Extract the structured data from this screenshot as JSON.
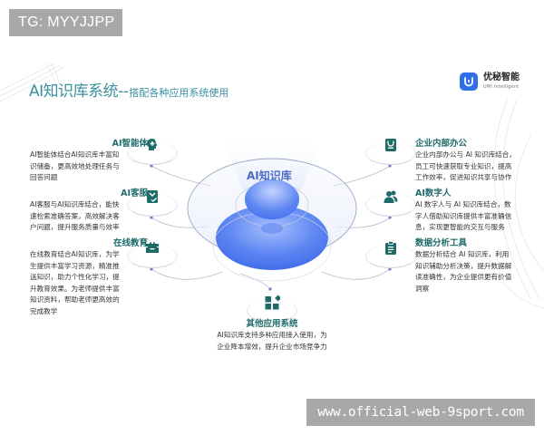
{
  "watermark_top": "TG: MYYJJPP",
  "watermark_bottom": "www.official-web-9sport.com",
  "header": {
    "title_main": "AI知识库系统--",
    "title_sub": "搭配各种应用系统使用"
  },
  "brand": {
    "name": "优秘智能",
    "subtitle": "UMI Intelligent",
    "logo_icon": "u-magnet-icon",
    "color": "#2f6fe6"
  },
  "center": {
    "label": "AI知识库",
    "color": "#4a6bc8"
  },
  "colors": {
    "accent_teal": "#1f6b6b",
    "title_teal": "#3a8ea0",
    "icon_teal": "#1e6b68",
    "dot": "#6f7fc4",
    "disk_blue": "#4a78f0"
  },
  "left_items": [
    {
      "title": "AI智能体",
      "icon": "brain-head-icon",
      "desc_lines": [
        "AI智能体结合AI知识库丰富知",
        "识储备，更高效地处理任务与",
        "回答问题"
      ]
    },
    {
      "title": "AI客服",
      "icon": "clipboard-check-icon",
      "desc_lines": [
        "AI客服与AI知识库结合，能快",
        "速检索准确答案，高效解决客",
        "户问题，提升服务质量与效率"
      ]
    },
    {
      "title": "在线教育",
      "icon": "book-open-icon",
      "desc_lines": [
        "在线教育结合AI知识库，为学",
        "生提供丰富学习资源，精准推",
        "送知识，助力个性化学习，提",
        "升教育效果。为老师提供丰富",
        "知识资料，帮助老师更高效的",
        "完成教学"
      ]
    }
  ],
  "right_items": [
    {
      "title": "企业内部办公",
      "icon": "office-badge-icon",
      "desc_lines": [
        "企业内部办公与 AI 知识库结合，",
        "员工可快速获取专业知识，提高",
        "工作效率，促进知识共享与协作"
      ]
    },
    {
      "title": "AI数字人",
      "icon": "users-icon",
      "desc_lines": [
        "AI 数字人与 AI 知识库结合，数",
        "字人借助知识库提供丰富准确信",
        "息，实现更智能的交互与服务"
      ]
    },
    {
      "title": "数据分析工具",
      "icon": "clipboard-list-icon",
      "desc_lines": [
        "数据分析结合 AI 知识库，利用",
        "知识辅助分析决策，提升数据解",
        "读准确性，为企业提供更有价值",
        "洞察"
      ]
    }
  ],
  "bottom_item": {
    "title": "其他应用系统",
    "icon": "apps-grid-icon",
    "desc_lines": [
      "AI知识库支持多种应用接入使用，为",
      "企业降本增效，提升企业市场竞争力"
    ]
  }
}
